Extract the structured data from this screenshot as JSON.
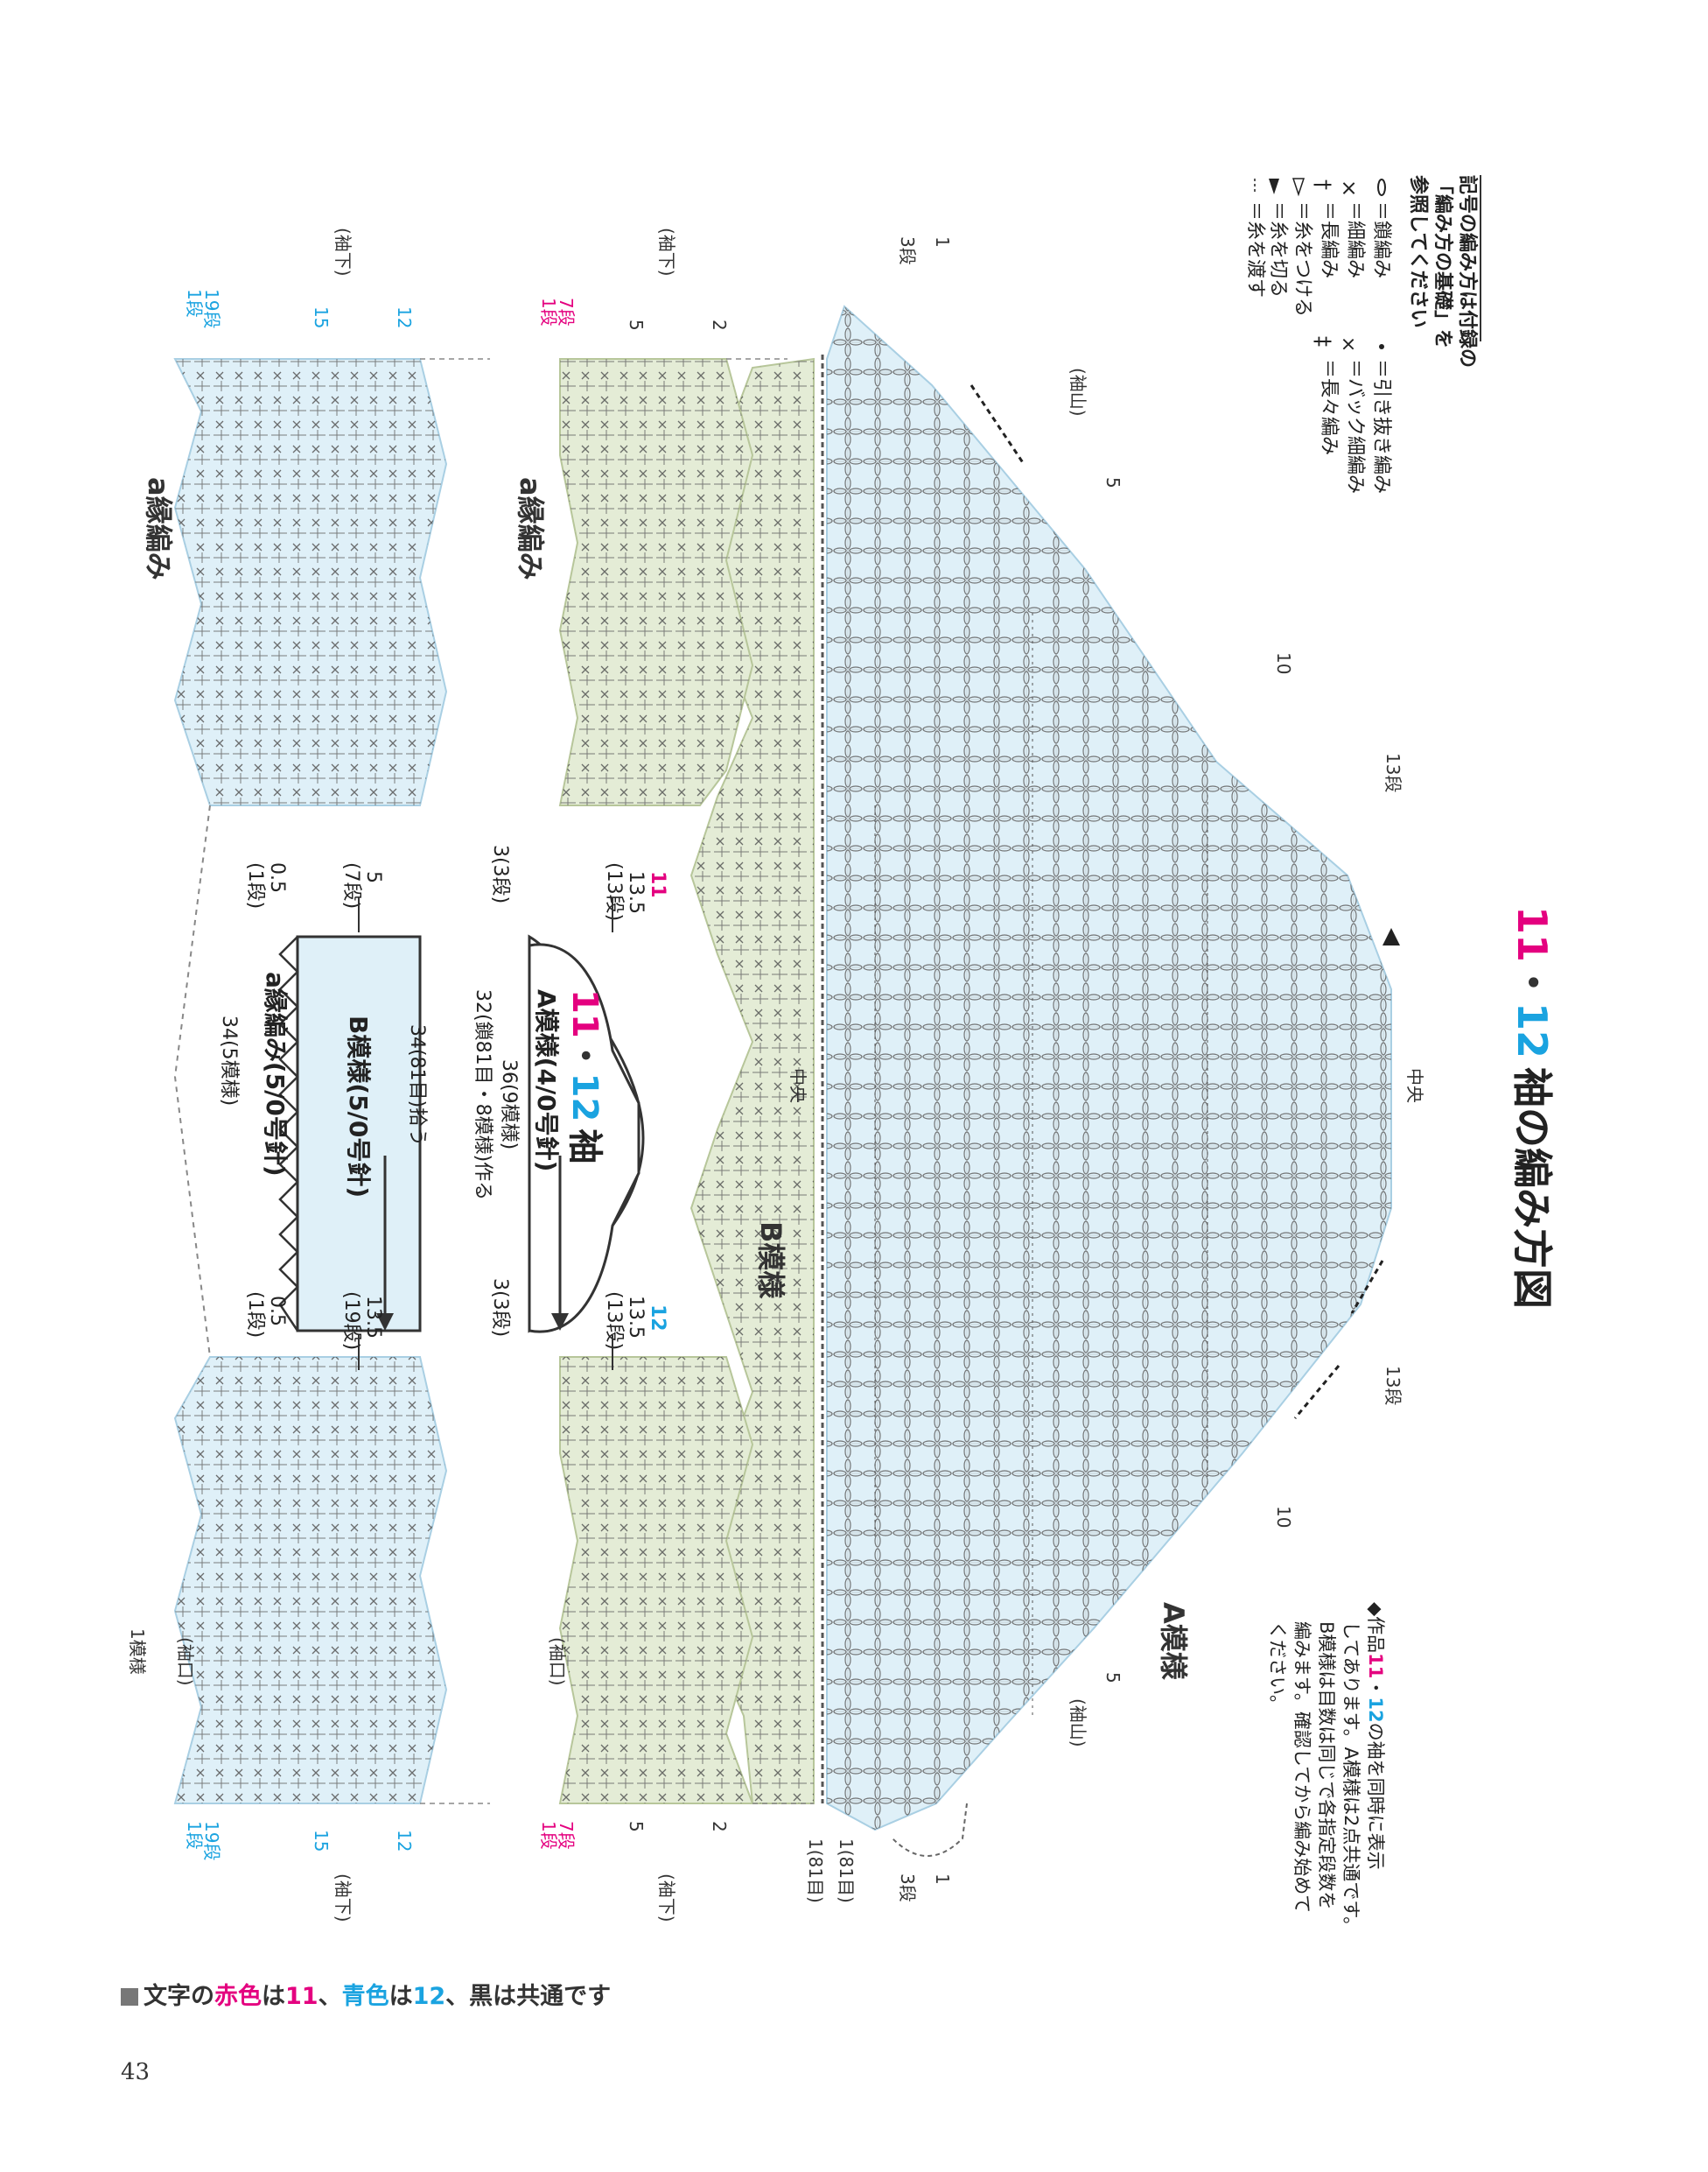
{
  "title": {
    "n11": "11",
    "dot": "・",
    "n12": "12",
    "text": "袖の編み方図"
  },
  "legend": {
    "header_lines": [
      "記号の編み方は付録の",
      "「編み方の基礎」を",
      "参照してください"
    ],
    "rows": [
      [
        "＝鎖編み",
        "＝引き抜き編み"
      ],
      [
        "＝細編み",
        "＝バック細編み"
      ],
      [
        "＝長編み",
        "＝長々編み"
      ]
    ],
    "extras": [
      "＝糸をつける",
      "＝糸を切る",
      "＝糸を渡す"
    ]
  },
  "note": {
    "lead": "◆作品",
    "n11": "11",
    "dot": "・",
    "n12": "12",
    "line1_rest": "の袖を同時に表示",
    "lines": [
      "してあります。A模様は2点共通です。",
      "B模様は目数は同じで各指定段数を",
      "編みます。確認してから編み始めて",
      "ください。"
    ]
  },
  "chart_labels": {
    "pattern_A": "A模様",
    "pattern_B": "B模様",
    "edge_a": "a縁編み",
    "sleeve_cap": "(袖山)",
    "underarm": "(袖下)",
    "cuff": "(袖口)",
    "center": "中央",
    "row_1": "1",
    "row_2": "2",
    "row_3": "3段",
    "row_5": "5",
    "row_10": "10",
    "row_13": "13段",
    "row_15": "15",
    "row_12": "12",
    "row_7": "7段",
    "row_19": "19段",
    "row_1dan": "1段",
    "stitch_81": "1(81目)",
    "one_pattern": "1模様"
  },
  "schematic": {
    "title_n11": "11",
    "title_dot": "・",
    "title_n12": "12",
    "title_text": "袖",
    "a_label": "A模様(4/0号針)",
    "b_label": "B模様(5/0号針)",
    "edge_label": "a縁編み(5/0号針)",
    "dim_36": "36(9模様)",
    "dim_32": "32(鎖81目・8模様)作る",
    "dim_34_pick": "34(81目)拾う",
    "dim_34": "34(5模様)",
    "side11_lines": [
      "11",
      "13.5",
      "(13段)"
    ],
    "side12_lines": [
      "12",
      "13.5",
      "(13段)"
    ],
    "cap_lines": [
      "3(3段)"
    ],
    "b11_lines": [
      "5",
      "(7段)"
    ],
    "b12_lines": [
      "13.5",
      "(19段)"
    ],
    "edge_lines": [
      "0.5",
      "(1段)"
    ]
  },
  "footer": {
    "prefix": "文字の",
    "red_word": "赤色",
    "is": "は",
    "red_num": "11",
    "sep": "、",
    "blue_word": "青色",
    "is2": "は",
    "blue_num": "12",
    "rest": "、黒は共通です"
  },
  "page_number": "43",
  "colors": {
    "magenta": "#e4007f",
    "cyan": "#1aa3e0",
    "lightblue": "#dff0f8",
    "lightgreen": "#e4ecd6",
    "ink": "#333333"
  }
}
